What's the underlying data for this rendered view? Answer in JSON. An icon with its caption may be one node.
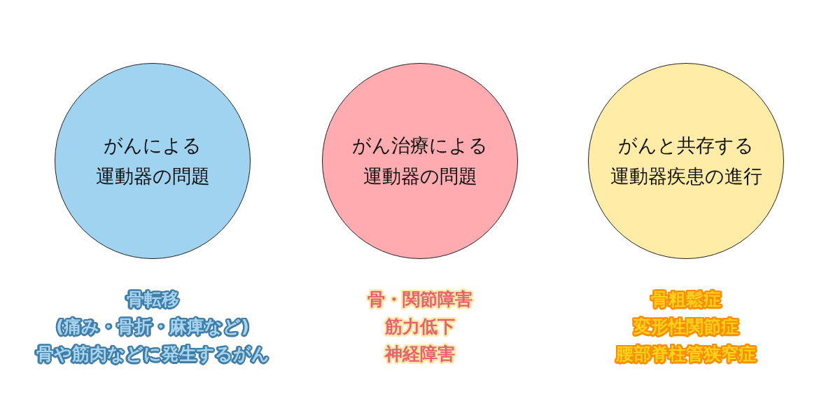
{
  "diagram": {
    "nodes": [
      {
        "text": [
          "がんによる",
          "運動器の問題"
        ],
        "beside": [
          "骨転移",
          "(痛み・骨折・麻痺など)",
          "骨や筋肉などに発生するがん"
        ]
      },
      {
        "text": [
          "がん治療による",
          "運動器の問題"
        ],
        "beside": [
          "骨・関節障害",
          "筋力低下",
          "神経障害"
        ]
      },
      {
        "text": [
          "がんと共存する",
          "運動器疾患の進行"
        ],
        "beside": [
          "骨粗鬆症",
          "変形性関節症",
          "腰部脊柱管狭窄症"
        ]
      }
    ]
  }
}
